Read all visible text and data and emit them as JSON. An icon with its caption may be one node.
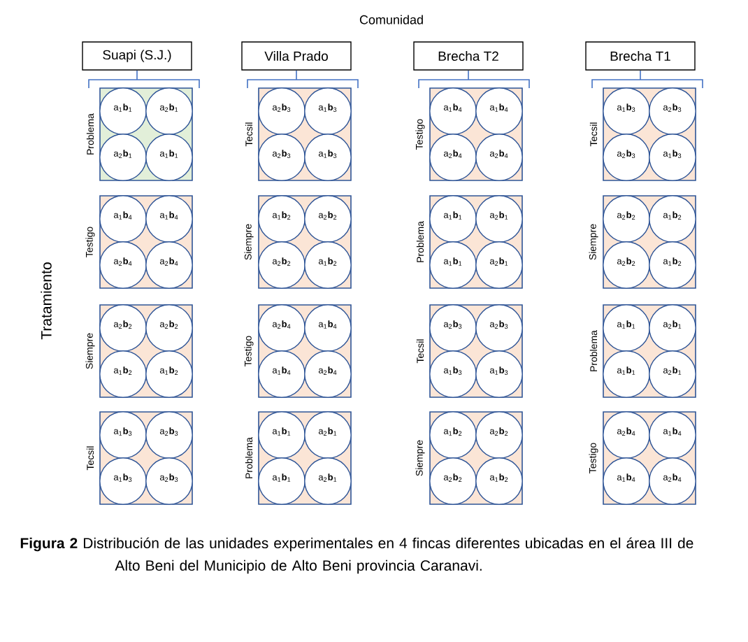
{
  "diagram": {
    "caption": "**Figura 2** Distribución de las unidades experimentales en 4 fincas diferentes ubicadas en el área III de Alto Beni del Municipio de Alto Beni provincia Caranavi.",
    "nodes": [
      {
        "text": [
          "Suapi (S.J.)"
        ]
      },
      {
        "text": [
          "Villa Prado"
        ]
      },
      {
        "text": [
          "Brecha T2"
        ]
      },
      {
        "text": [
          "Brecha T1"
        ]
      },
      {
        "text": [],
        "shape": "box",
        "beside": [
          "Problema"
        ]
      },
      {
        "text": [
          "a$_{1}$**b**$_{1}$"
        ],
        "in": 4
      },
      {
        "text": [
          "a$_{2}$**b**$_{1}$"
        ],
        "in": 4
      },
      {
        "text": [
          "a$_{2}$**b**$_{1}$"
        ],
        "in": 4
      },
      {
        "text": [
          "a$_{1}$**b**$_{1}$"
        ],
        "in": 4
      },
      {
        "text": [],
        "shape": "box",
        "beside": [
          "Tecsil"
        ]
      },
      {
        "text": [
          "a$_{2}$**b**$_{3}$"
        ],
        "in": 9
      },
      {
        "text": [
          "a$_{1}$**b**$_{3}$"
        ],
        "in": 9
      },
      {
        "text": [
          "a$_{2}$**b**$_{3}$"
        ],
        "in": 9
      },
      {
        "text": [
          "a$_{1}$**b**$_{3}$"
        ],
        "in": 9
      },
      {
        "text": [],
        "shape": "box",
        "beside": [
          "Testigo"
        ]
      },
      {
        "text": [
          "a$_{1}$**b**$_{4}$"
        ],
        "in": 14
      },
      {
        "text": [
          "a$_{1}$**b**$_{4}$"
        ],
        "in": 14
      },
      {
        "text": [
          "a$_{2}$**b**$_{4}$"
        ],
        "in": 14
      },
      {
        "text": [
          "a$_{2}$**b**$_{4}$"
        ],
        "in": 14
      },
      {
        "text": [],
        "shape": "box",
        "beside": [
          "Tecsil"
        ]
      },
      {
        "text": [
          "a$_{1}$**b**$_{3}$"
        ],
        "in": 19
      },
      {
        "text": [
          "a$_{2}$**b**$_{3}$"
        ],
        "in": 19
      },
      {
        "text": [
          "a$_{2}$**b**$_{3}$"
        ],
        "in": 19
      },
      {
        "text": [
          "a$_{1}$**b**$_{3}$"
        ],
        "in": 19
      },
      {
        "text": [],
        "shape": "box",
        "beside": [
          "Testigo"
        ]
      },
      {
        "text": [
          "a$_{1}$**b**$_{4}$"
        ],
        "in": 24
      },
      {
        "text": [
          "a$_{1}$**b**$_{4}$"
        ],
        "in": 24
      },
      {
        "text": [
          "a$_{2}$**b**$_{4}$"
        ],
        "in": 24
      },
      {
        "text": [
          "a$_{2}$**b**$_{4}$"
        ],
        "in": 24
      },
      {
        "text": [],
        "shape": "box",
        "beside": [
          "Siempre"
        ]
      },
      {
        "text": [
          "a$_{1}$**b**$_{2}$"
        ],
        "in": 29
      },
      {
        "text": [
          "a$_{2}$**b**$_{2}$"
        ],
        "in": 29
      },
      {
        "text": [
          "a$_{2}$**b**$_{2}$"
        ],
        "in": 29
      },
      {
        "text": [
          "a$_{1}$**b**$_{2}$"
        ],
        "in": 29
      },
      {
        "text": [],
        "shape": "box",
        "beside": [
          "Problema"
        ]
      },
      {
        "text": [
          "a$_{1}$**b**$_{1}$"
        ],
        "in": 34
      },
      {
        "text": [
          "a$_{2}$**b**$_{1}$"
        ],
        "in": 34
      },
      {
        "text": [
          "a$_{1}$**b**$_{1}$"
        ],
        "in": 34
      },
      {
        "text": [
          "a$_{2}$**b**$_{1}$"
        ],
        "in": 34
      },
      {
        "text": [],
        "shape": "box",
        "beside": [
          "Siempre"
        ]
      },
      {
        "text": [
          "a$_{2}$**b**$_{2}$"
        ],
        "in": 39
      },
      {
        "text": [
          "a$_{1}$**b**$_{2}$"
        ],
        "in": 39
      },
      {
        "text": [
          "a$_{2}$**b**$_{2}$"
        ],
        "in": 39
      },
      {
        "text": [
          "a$_{1}$**b**$_{2}$"
        ],
        "in": 39
      },
      {
        "text": [],
        "shape": "box",
        "beside": [
          "Siempre"
        ]
      },
      {
        "text": [
          "a$_{2}$**b**$_{2}$"
        ],
        "in": 44
      },
      {
        "text": [
          "a$_{2}$**b**$_{2}$"
        ],
        "in": 44
      },
      {
        "text": [
          "a$_{1}$**b**$_{2}$"
        ],
        "in": 44
      },
      {
        "text": [
          "a$_{1}$**b**$_{2}$"
        ],
        "in": 44
      },
      {
        "text": [],
        "shape": "box",
        "beside": [
          "Testigo"
        ]
      },
      {
        "text": [
          "a$_{2}$**b**$_{4}$"
        ],
        "in": 49
      },
      {
        "text": [
          "a$_{1}$**b**$_{4}$"
        ],
        "in": 49
      },
      {
        "text": [
          "a$_{1}$**b**$_{4}$"
        ],
        "in": 49
      },
      {
        "text": [
          "a$_{2}$**b**$_{4}$"
        ],
        "in": 49
      },
      {
        "text": [],
        "shape": "box",
        "beside": [
          "Tecsil"
        ]
      },
      {
        "text": [
          "a$_{2}$**b**$_{3}$"
        ],
        "in": 54
      },
      {
        "text": [
          "a$_{2}$**b**$_{3}$"
        ],
        "in": 54
      },
      {
        "text": [
          "a$_{1}$**b**$_{3}$"
        ],
        "in": 54
      },
      {
        "text": [
          "a$_{1}$**b**$_{3}$"
        ],
        "in": 54
      },
      {
        "text": [],
        "shape": "box",
        "beside": [
          "Problema"
        ]
      },
      {
        "text": [
          "a$_{1}$**b**$_{1}$"
        ],
        "in": 59
      },
      {
        "text": [
          "a$_{2}$**b**$_{1}$"
        ],
        "in": 59
      },
      {
        "text": [
          "a$_{1}$**b**$_{1}$"
        ],
        "in": 59
      },
      {
        "text": [
          "a$_{2}$**b**$_{1}$"
        ],
        "in": 59
      },
      {
        "text": [],
        "shape": "box",
        "beside": [
          "Tecsil"
        ]
      },
      {
        "text": [
          "a$_{1}$**b**$_{3}$"
        ],
        "in": 64
      },
      {
        "text": [
          "a$_{2}$**b**$_{3}$"
        ],
        "in": 64
      },
      {
        "text": [
          "a$_{1}$**b**$_{3}$"
        ],
        "in": 64
      },
      {
        "text": [
          "a$_{2}$**b**$_{3}$"
        ],
        "in": 64
      },
      {
        "text": [],
        "shape": "box",
        "beside": [
          "Problema"
        ]
      },
      {
        "text": [
          "a$_{1}$**b**$_{1}$"
        ],
        "in": 69
      },
      {
        "text": [
          "a$_{2}$**b**$_{1}$"
        ],
        "in": 69
      },
      {
        "text": [
          "a$_{1}$**b**$_{1}$"
        ],
        "in": 69
      },
      {
        "text": [
          "a$_{2}$**b**$_{1}$"
        ],
        "in": 69
      },
      {
        "text": [],
        "shape": "box",
        "beside": [
          "Siempre"
        ]
      },
      {
        "text": [
          "a$_{1}$**b**$_{2}$"
        ],
        "in": 74
      },
      {
        "text": [
          "a$_{2}$**b**$_{2}$"
        ],
        "in": 74
      },
      {
        "text": [
          "a$_{2}$**b**$_{2}$"
        ],
        "in": 74
      },
      {
        "text": [
          "a$_{1}$**b**$_{2}$"
        ],
        "in": 74
      },
      {
        "text": [],
        "shape": "box",
        "beside": [
          "Testigo"
        ]
      },
      {
        "text": [
          "a$_{2}$**b**$_{4}$"
        ],
        "in": 79
      },
      {
        "text": [
          "a$_{1}$**b**$_{4}$"
        ],
        "in": 79
      },
      {
        "text": [
          "a$_{1}$**b**$_{4}$"
        ],
        "in": 79
      },
      {
        "text": [
          "a$_{2}$**b**$_{4}$"
        ],
        "in": 79
      }
    ],
    "edges": [],
    "labels": [
      "Comunidad",
      "Tratamiento"
    ]
  }
}
